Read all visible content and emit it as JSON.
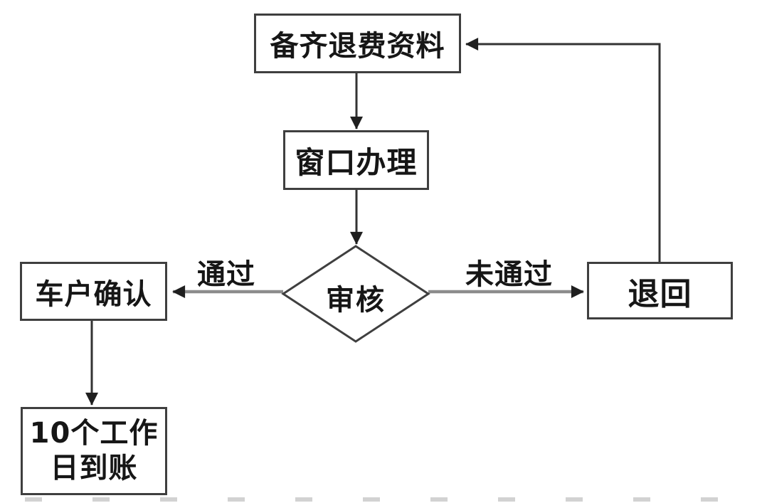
{
  "diagram": {
    "type": "flowchart",
    "background": "#ffffff",
    "colors": {
      "box_border": "#3f3f3f",
      "connector_dark": "#333333",
      "connector_gray": "#8c8c8c",
      "arrowhead": "#1f1f1f",
      "text": "#161616"
    },
    "nodes": {
      "prepare": {
        "shape": "rect",
        "label": "备齐退费资料"
      },
      "window": {
        "shape": "rect",
        "label": "窗口办理"
      },
      "review": {
        "shape": "diamond",
        "label": "审核"
      },
      "confirm": {
        "shape": "rect",
        "label": "车户确认"
      },
      "arrival": {
        "shape": "rect",
        "lines": [
          "10个工作",
          "日到账"
        ]
      },
      "return": {
        "shape": "rect",
        "label": "退回"
      }
    },
    "edges": [
      {
        "from": "prepare",
        "to": "window",
        "label": ""
      },
      {
        "from": "window",
        "to": "review",
        "label": ""
      },
      {
        "from": "review",
        "to": "confirm",
        "label": "通过"
      },
      {
        "from": "review",
        "to": "return",
        "label": "未通过"
      },
      {
        "from": "confirm",
        "to": "arrival",
        "label": ""
      },
      {
        "from": "return",
        "to": "prepare",
        "label": ""
      }
    ]
  }
}
